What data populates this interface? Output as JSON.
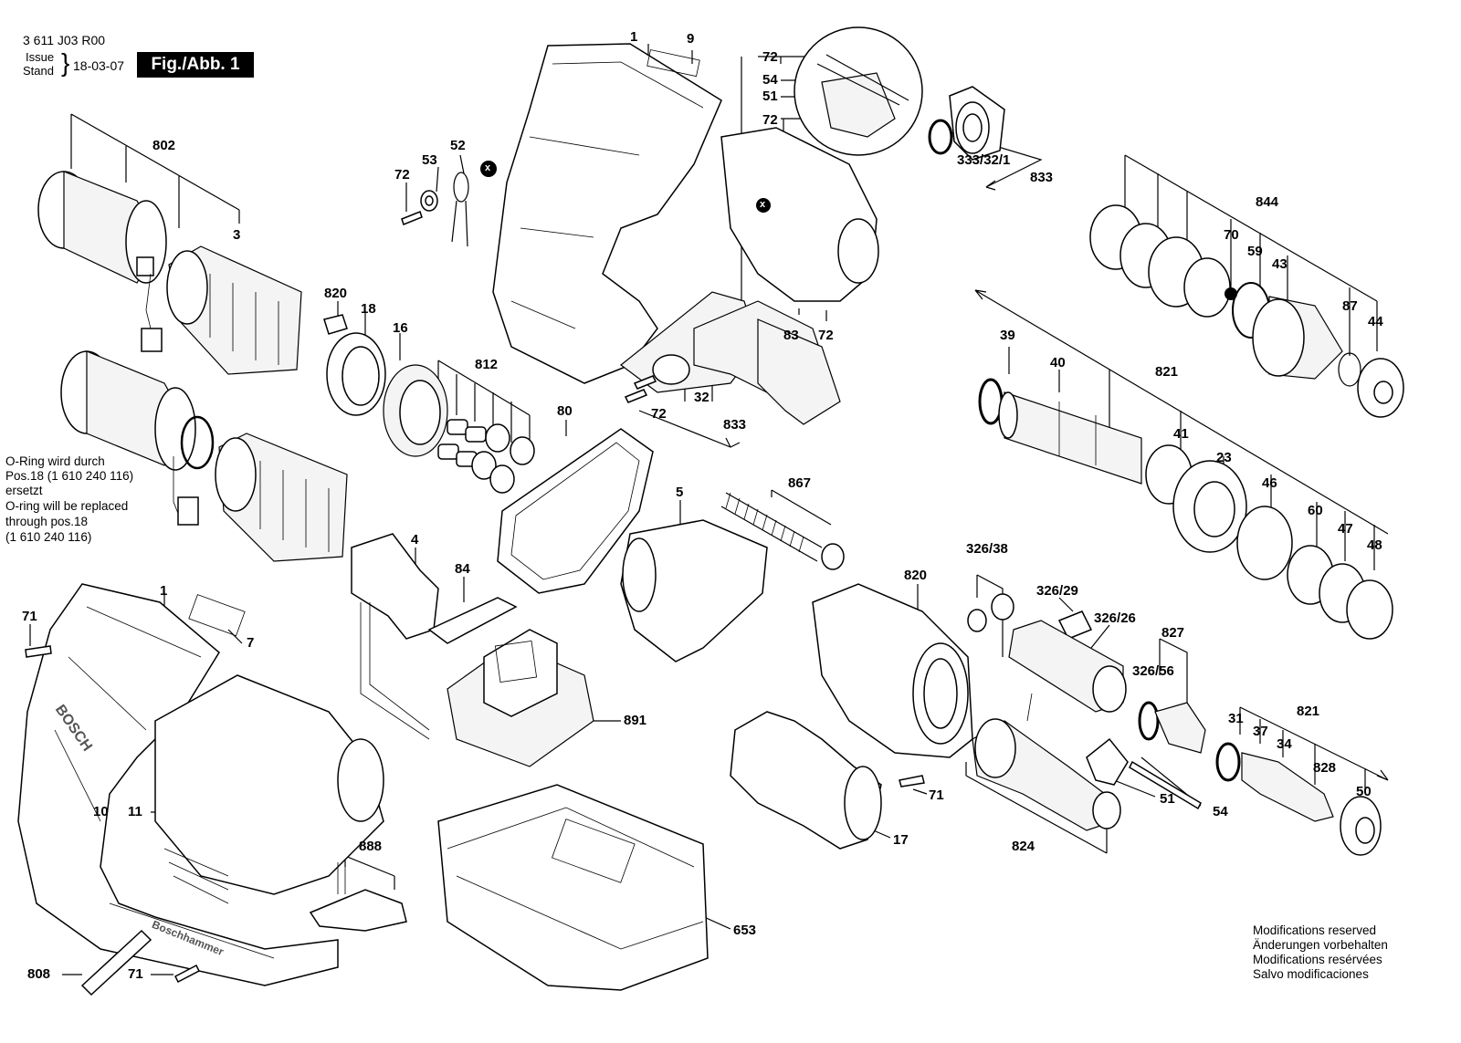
{
  "header": {
    "doc_number": "3 611 J03 R00",
    "issue_label": "Issue",
    "stand_label": "Stand",
    "brace": "}",
    "date": "18-03-07",
    "figure_label": "Fig./Abb. 1"
  },
  "note_lines": [
    "O-Ring wird durch",
    "Pos.18 (1 610 240 116)",
    "ersetzt",
    "O-ring will be replaced",
    "through pos.18",
    "(1 610 240 116)"
  ],
  "modifications_lines": [
    "Modifications reserved",
    "Änderungen vorbehalten",
    "Modifications resérvées",
    "Salvo modificaciones"
  ],
  "part_labels": {
    "p1_top": "1",
    "p9": "9",
    "p72_a": "72",
    "p54_a": "54",
    "p51_a": "51",
    "p72_b": "72",
    "p333": "333/32/1",
    "p833_a": "833",
    "p53": "53",
    "p52": "52",
    "p72_c": "72",
    "p802": "802",
    "p3": "3",
    "p820_a": "820",
    "p18": "18",
    "p16": "16",
    "p812": "812",
    "p844": "844",
    "p70": "70",
    "p59": "59",
    "p43": "43",
    "p87": "87",
    "p44": "44",
    "p39": "39",
    "p40": "40",
    "p821_a": "821",
    "p41": "41",
    "p23": "23",
    "p46": "46",
    "p60": "60",
    "p47": "47",
    "p48": "48",
    "p83": "83",
    "p72_d": "72",
    "p32": "32",
    "p72_e": "72",
    "p833_b": "833",
    "p80": "80",
    "p5": "5",
    "p867": "867",
    "p4": "4",
    "p84": "84",
    "p891": "891",
    "p1_bottom": "1",
    "p7": "7",
    "p71_a": "71",
    "p10": "10",
    "p11": "11",
    "p888": "888",
    "p808": "808",
    "p71_b": "71",
    "p653": "653",
    "p820_b": "820",
    "p326_38": "326/38",
    "p326_29": "326/29",
    "p326_26": "326/26",
    "p827": "827",
    "p326_56": "326/56",
    "p71_c": "71",
    "p17": "17",
    "p824": "824",
    "p51_b": "51",
    "p54_b": "54",
    "p31": "31",
    "p37": "37",
    "p34": "34",
    "p821_b": "821",
    "p828": "828",
    "p50": "50"
  },
  "markers": {
    "x_symbol": "x"
  },
  "embossed_text": {
    "brand": "BOSCH",
    "side": "Boschhammer"
  }
}
